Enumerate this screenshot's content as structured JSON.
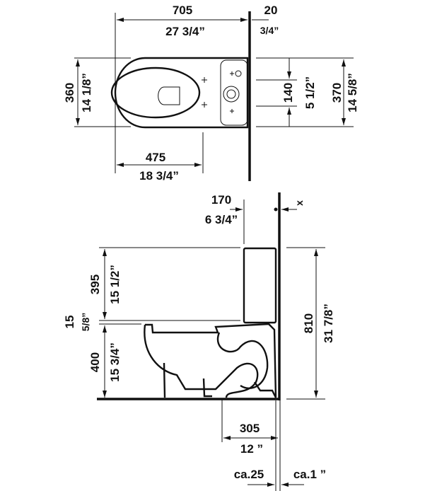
{
  "top_view": {
    "length_mm": "705",
    "length_in": "27 3/4”",
    "wall_gap_mm": "20",
    "wall_gap_in": "3/4”",
    "width_mm": "360",
    "width_in": "14 1/8”",
    "seat_mm": "475",
    "seat_in": "18 3/4”",
    "tank_offset_mm": "140",
    "tank_offset_in": "5 1/2”",
    "total_width_mm": "370",
    "total_width_in": "14 5/8”"
  },
  "side_view": {
    "tank_depth_mm": "170",
    "tank_depth_in": "6 3/4”",
    "x_label": "x",
    "tank_height_mm": "395",
    "tank_height_in": "15 1/2”",
    "seat_gap_mm": "15",
    "seat_gap_in": "5/8”",
    "bowl_height_mm": "400",
    "bowl_height_in": "15 3/4”",
    "total_height_mm": "810",
    "total_height_in": "31 7/8”",
    "rough_in_mm": "305",
    "rough_in_in": "12 ”",
    "clearance_mm": "ca.25",
    "clearance_in": "ca.1 ”"
  }
}
